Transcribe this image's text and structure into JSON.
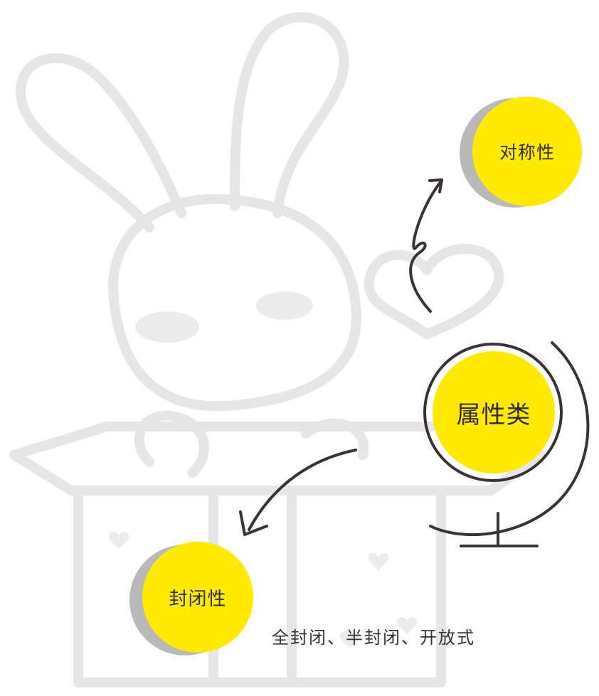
{
  "nodes": {
    "symmetry": {
      "label": "对称性"
    },
    "attribute": {
      "label": "属性类"
    },
    "closure": {
      "label": "封闭性"
    }
  },
  "closure_detail": "全封闭、半封闭、开放式",
  "colors": {
    "bubble": "#ffea00",
    "bubble_shadow": "#b9b9b9",
    "ink": "#3a3234",
    "background_art": "#e6e6e6"
  }
}
